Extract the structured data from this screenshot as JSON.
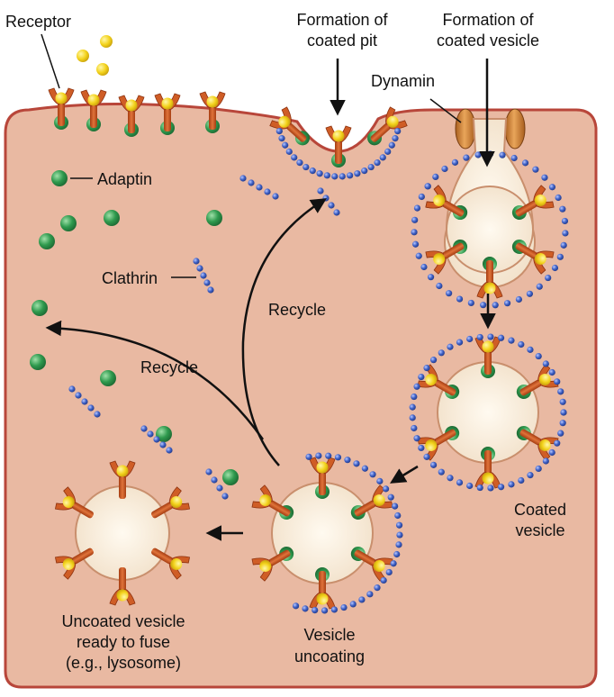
{
  "labels": {
    "receptor": "Receptor",
    "formation_coated_pit_1": "Formation of",
    "formation_coated_pit_2": "coated pit",
    "formation_coated_vesicle_1": "Formation of",
    "formation_coated_vesicle_2": "coated vesicle",
    "dynamin": "Dynamin",
    "adaptin": "Adaptin",
    "clathrin": "Clathrin",
    "recycle_1": "Recycle",
    "recycle_2": "Recycle",
    "coated_vesicle_1": "Coated",
    "coated_vesicle_2": "vesicle",
    "vesicle_uncoating_1": "Vesicle",
    "vesicle_uncoating_2": "uncoating",
    "uncoated_1": "Uncoated vesicle",
    "uncoated_2": "ready to fuse",
    "uncoated_3": "(e.g., lysosome)"
  },
  "colors": {
    "cell_fill": "#e9b9a2",
    "cell_outline": "#b8463a",
    "receptor": "#c8551f",
    "ligand": "#f3d21b",
    "adaptin": "#2f9a4e",
    "clathrin": "#3d5fc4",
    "vesicle_fill": "#f7eddc",
    "dynamin": "#d9863a"
  }
}
